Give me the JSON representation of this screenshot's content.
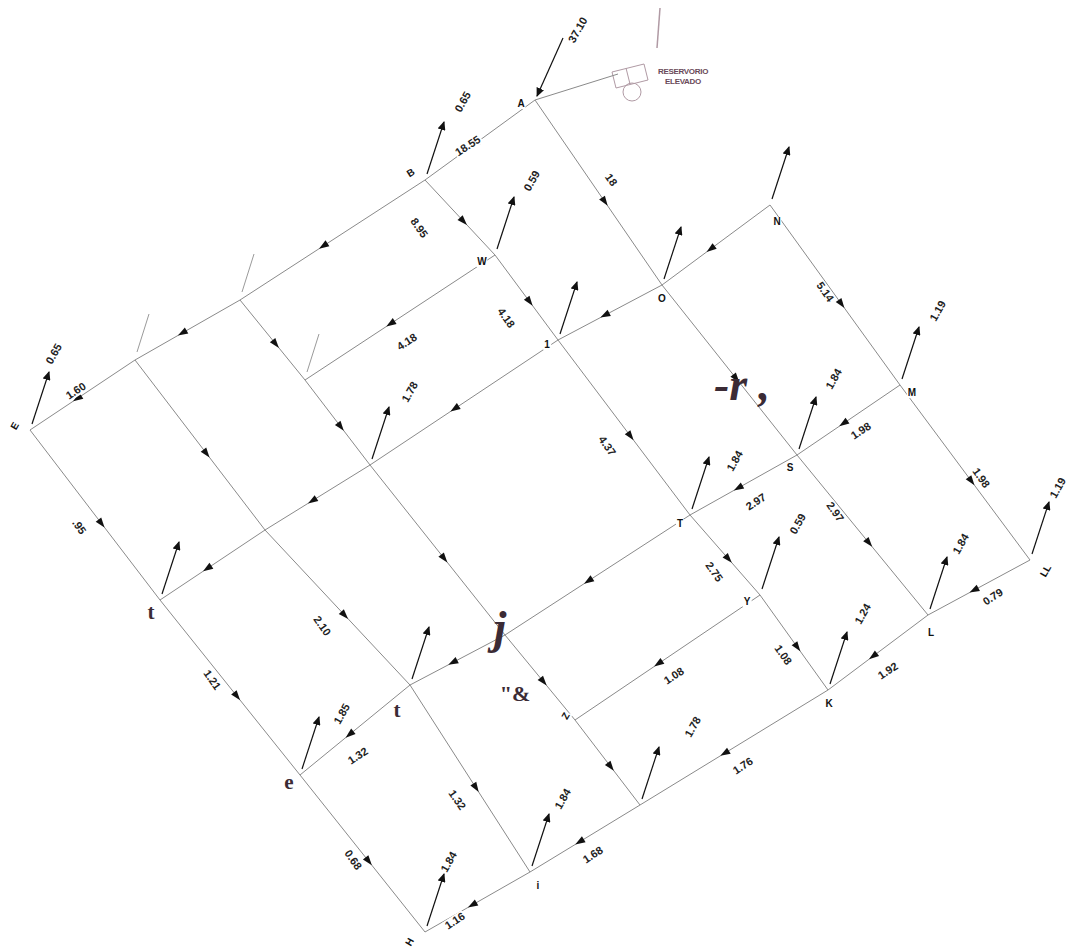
{
  "diagram": {
    "labels": [
      "37.10",
      "RESERVORIO",
      "ELEVADO",
      "A",
      "0.65",
      "18.55",
      "B",
      "8.95",
      "W",
      "0.59",
      "18",
      "N",
      "O",
      "4.18",
      "4.18",
      "1",
      "-r ,",
      "1.19",
      "M",
      "5.14",
      "0.65",
      "1.60",
      "E",
      "1.78",
      "1.84",
      "S",
      "1.98",
      "4.37",
      "1.84",
      "T",
      "2.97",
      "1.98",
      "2.97",
      ".95",
      "t",
      "0.59",
      "2.75",
      "Y",
      "1.84",
      "L",
      "0.79",
      "1.19",
      "LL",
      "2.10",
      "j",
      "1.24",
      "1.08",
      "1.08",
      "K",
      "1.92",
      "t",
      "\"&",
      "Z",
      "1.85",
      "1.32",
      "1.21",
      "e",
      "1.78",
      "1.76",
      "1.32",
      "1.84",
      "1.68",
      "i",
      "0.68",
      "1.84",
      "1.16",
      "H"
    ]
  }
}
